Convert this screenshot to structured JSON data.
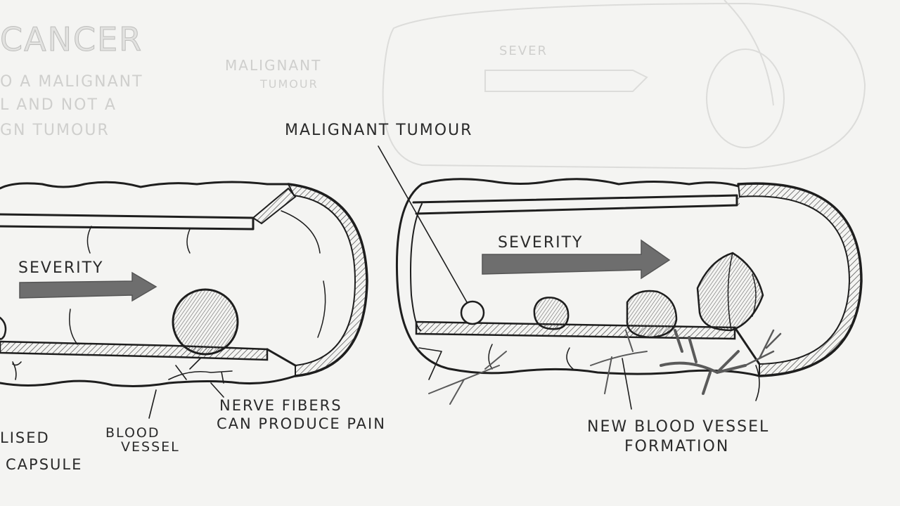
{
  "corner": {
    "title": "CANCER",
    "lines": [
      "O A MALIGNANT",
      "L AND NOT A",
      "GN TUMOUR"
    ]
  },
  "ghost": {
    "left": "MALIGNANT",
    "left2": "TUMOUR",
    "top": "SEVER"
  },
  "left_diagram": {
    "severity": "SEVERITY",
    "labels": {
      "capsule_1": "LISED",
      "capsule_2": "CAPSULE",
      "blood_1": "BLOOD",
      "blood_2": "VESSEL",
      "nerve_1": "NERVE FIBERS",
      "nerve_2": "CAN PRODUCE PAIN"
    }
  },
  "right_diagram": {
    "severity": "SEVERITY",
    "labels": {
      "malignant": "MALIGNANT TUMOUR",
      "new_vessel_1": "NEW BLOOD VESSEL",
      "new_vessel_2": "FORMATION"
    }
  },
  "colors": {
    "ink": "#1e1e1e",
    "arrow": "#6e6e6e",
    "paper": "#f4f4f2",
    "vessel": "#5a5a5a"
  }
}
